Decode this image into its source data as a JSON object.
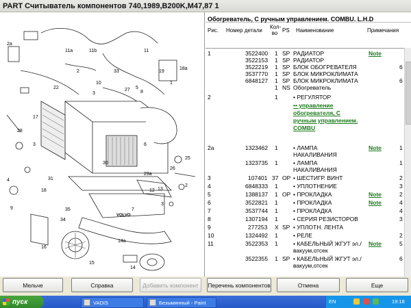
{
  "window": {
    "title": "PART Считыватель компонентов 740,1989,B200K,M47,87 1"
  },
  "panel": {
    "title": "Обогреватель, С ручным управлением. COMBU. L.H.D",
    "columns": {
      "ref": "Рис.",
      "part_no": "Номер детали",
      "qty": "Кол-\nво",
      "ps": "PS",
      "name": "Наименование",
      "notes": "Примечания"
    }
  },
  "rows": [
    {
      "ref": "1",
      "part": "3522400",
      "qty": "1",
      "ps": "SP",
      "name": "РАДИАТОР",
      "note": "Note",
      "num": ""
    },
    {
      "ref": "",
      "part": "3522153",
      "qty": "1",
      "ps": "SP",
      "name": "РАДИАТОР",
      "note": "",
      "num": ""
    },
    {
      "ref": "",
      "part": "3522219",
      "qty": "1",
      "ps": "SP",
      "name": "БЛОК ОБОГРЕВАТЕЛЯ",
      "note": "",
      "num": "6"
    },
    {
      "ref": "",
      "part": "3537770",
      "qty": "1",
      "ps": "SP",
      "name": "БЛОК МИКРОКЛИМАТА",
      "note": "",
      "num": ""
    },
    {
      "ref": "",
      "part": "6848127",
      "qty": "1",
      "ps": "SP",
      "name": "БЛОК МИКРОКЛИМАТА",
      "note": "",
      "num": "6"
    },
    {
      "ref": "",
      "part": "",
      "qty": "1",
      "ps": "NS",
      "name": "Обогреватель",
      "note": "",
      "num": ""
    },
    {
      "ref": "2",
      "part": "",
      "qty": "1",
      "ps": "",
      "name": "• РЕГУЛЯТОР",
      "note": "",
      "num": ""
    },
    {
      "ref": "2a",
      "part": "1323462",
      "qty": "1",
      "ps": "",
      "name": "• ЛАМПА НАКАЛИВАНИЯ",
      "note": "Note",
      "num": "1"
    },
    {
      "ref": "",
      "part": "1323735",
      "qty": "1",
      "ps": "",
      "name": "• ЛАМПА НАКАЛИВАНИЯ",
      "note": "",
      "num": "1"
    },
    {
      "ref": "3",
      "part": "107401",
      "qty": "37",
      "ps": "OP",
      "name": "• ШЕСТИГР. ВИНТ",
      "note": "",
      "num": "2"
    },
    {
      "ref": "4",
      "part": "6848333",
      "qty": "1",
      "ps": "",
      "name": "• УПЛОТНЕНИЕ",
      "note": "",
      "num": "3"
    },
    {
      "ref": "5",
      "part": "1388137",
      "qty": "1",
      "ps": "OP",
      "name": "• ПРОКЛАДКА",
      "note": "Note",
      "num": "2"
    },
    {
      "ref": "6",
      "part": "3522821",
      "qty": "1",
      "ps": "",
      "name": "• ПРОКЛАДКА",
      "note": "Note",
      "num": "4"
    },
    {
      "ref": "7",
      "part": "3537744",
      "qty": "1",
      "ps": "",
      "name": "• ПРОКЛАДКА",
      "note": "",
      "num": "4"
    },
    {
      "ref": "8",
      "part": "1307194",
      "qty": "1",
      "ps": "",
      "name": "• СЕРИЯ РЕЗИСТОРОВ",
      "note": "",
      "num": "3"
    },
    {
      "ref": "9",
      "part": "277253",
      "qty": "X",
      "ps": "SP",
      "name": "• УПЛОТН. ЛЕНТА",
      "note": "",
      "num": ""
    },
    {
      "ref": "10",
      "part": "1324492",
      "qty": "1",
      "ps": "",
      "name": "• РЕЛЕ",
      "note": "",
      "num": "2"
    },
    {
      "ref": "11",
      "part": "3522353",
      "qty": "1",
      "ps": "",
      "name": "• КАБЕЛЬНЫЙ ЖГУТ эл./вакуум,отсек",
      "note": "Note",
      "num": "5"
    },
    {
      "ref": "",
      "part": "3522355",
      "qty": "1",
      "ps": "SP",
      "name": "• КАБЕЛЬНЫЙ ЖГУТ эл./вакуум,отсек",
      "note": "",
      "num": "6"
    }
  ],
  "link_row": {
    "text": "•• управление обогревателя, С ручным управлением. COMBU"
  },
  "buttons": {
    "smaller": "Мельче",
    "help": "Справка",
    "add_component": "Добавить компонент",
    "component_list": "Перечень компонентов",
    "cancel": "Отмена",
    "more": "Еще"
  },
  "taskbar": {
    "start": "пуск",
    "task1": "VADIS",
    "task2": "Безымянный - Paint",
    "lang": "EN",
    "clock": "19:18"
  },
  "diagram": {
    "callouts": [
      "2a",
      "11a",
      "11b",
      "2",
      "22",
      "10",
      "11",
      "19",
      "18a",
      "33",
      "3",
      "1",
      "27",
      "5",
      "8",
      "17",
      "28",
      "29a",
      "3",
      "6",
      "25",
      "2",
      "26",
      "30",
      "7",
      "35",
      "4",
      "9",
      "31",
      "18",
      "14",
      "14a",
      "16",
      "3",
      "12",
      "13",
      "34",
      "15"
    ]
  }
}
